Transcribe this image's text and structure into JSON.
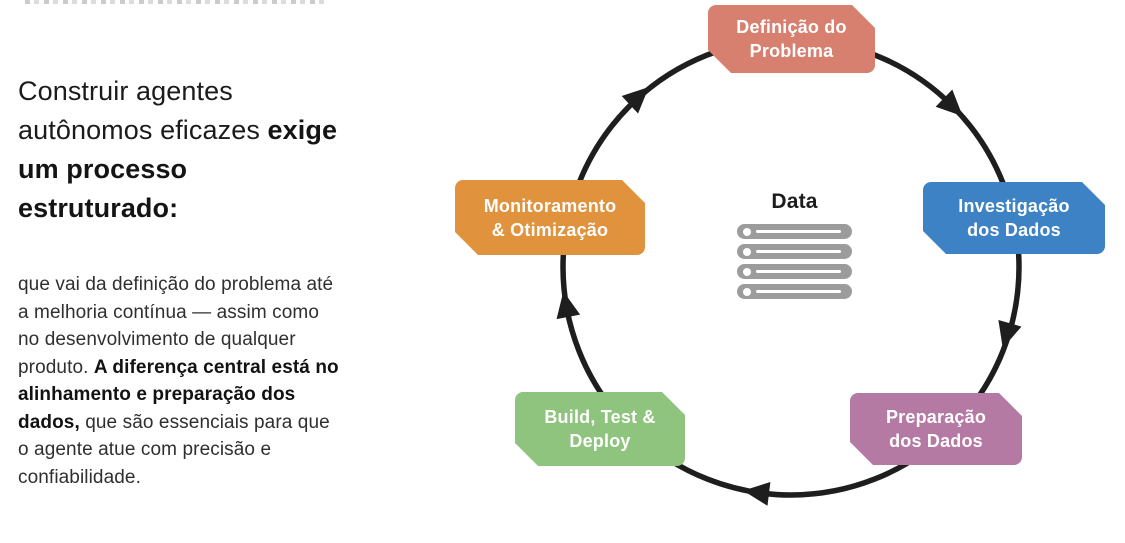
{
  "left_panel": {
    "heading_regular": "Construir agentes autônomos eficazes ",
    "heading_bold": "exige um processo estruturado:",
    "paragraph_part1": "que vai da definição do problema até a melhoria contínua — assim como no desenvolvimento de qualquer produto. ",
    "paragraph_bold": "A diferença central está no alinhamento e preparação dos dados,",
    "paragraph_part2": " que são essenciais para que o agente atue com precisão e confiabilidade."
  },
  "diagram": {
    "center_label": "Data",
    "ring_color": "#1e1e1e",
    "icon_color": "#9c9c9c",
    "stages": [
      {
        "id": "definicao",
        "line1": "Definição do",
        "line2": "Problema",
        "color": "#d8806f"
      },
      {
        "id": "investigacao",
        "line1": "Investigação",
        "line2": "dos Dados",
        "color": "#3d82c4"
      },
      {
        "id": "preparacao",
        "line1": "Preparação",
        "line2": "dos Dados",
        "color": "#b57aa3"
      },
      {
        "id": "build",
        "line1": "Build, Test &",
        "line2": "Deploy",
        "color": "#8ec47d"
      },
      {
        "id": "monitoramento",
        "line1": "Monitoramento",
        "line2": "& Otimização",
        "color": "#e0923c"
      }
    ]
  }
}
